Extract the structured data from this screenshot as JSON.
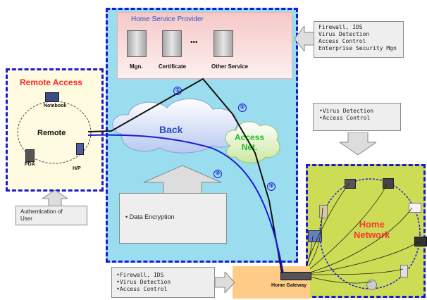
{
  "provider": {
    "title": "Home Service Provider",
    "servers": [
      "Mgn.",
      "Certificate",
      "Other Service"
    ],
    "ellipsis": "•••"
  },
  "provider_notes": [
    "Firewall, IDS",
    "Virus Detection",
    "Access Control",
    "Enterprise Security Mgn"
  ],
  "remote": {
    "title": "Remote Access",
    "center": "Remote",
    "devices": [
      "Notebook",
      "PDA",
      "H/P"
    ]
  },
  "remote_note": [
    "Authentication of",
    "User"
  ],
  "clouds": {
    "back": "Back",
    "access": [
      "Access",
      "Net."
    ]
  },
  "encryption_note": "Data Encryption",
  "access_notes": [
    "Virus Detection",
    "Access Control"
  ],
  "home": {
    "title": [
      "Home",
      "Network"
    ],
    "gateway": "Home Gateway"
  },
  "gateway_notes": [
    "Firewall, IDS",
    "Virus Detection",
    "Access Control"
  ],
  "path_numbers": [
    "①",
    "②",
    "③",
    "④"
  ],
  "colors": {
    "provider_area": "#99ddee",
    "provider_header": "#f8d6d6",
    "remote_area": "#fffbe0",
    "home_area": "#ccdd55",
    "gateway_area": "#ffcc88",
    "dashed_border": "#1a1ad6",
    "network_title": "#ff3333"
  }
}
